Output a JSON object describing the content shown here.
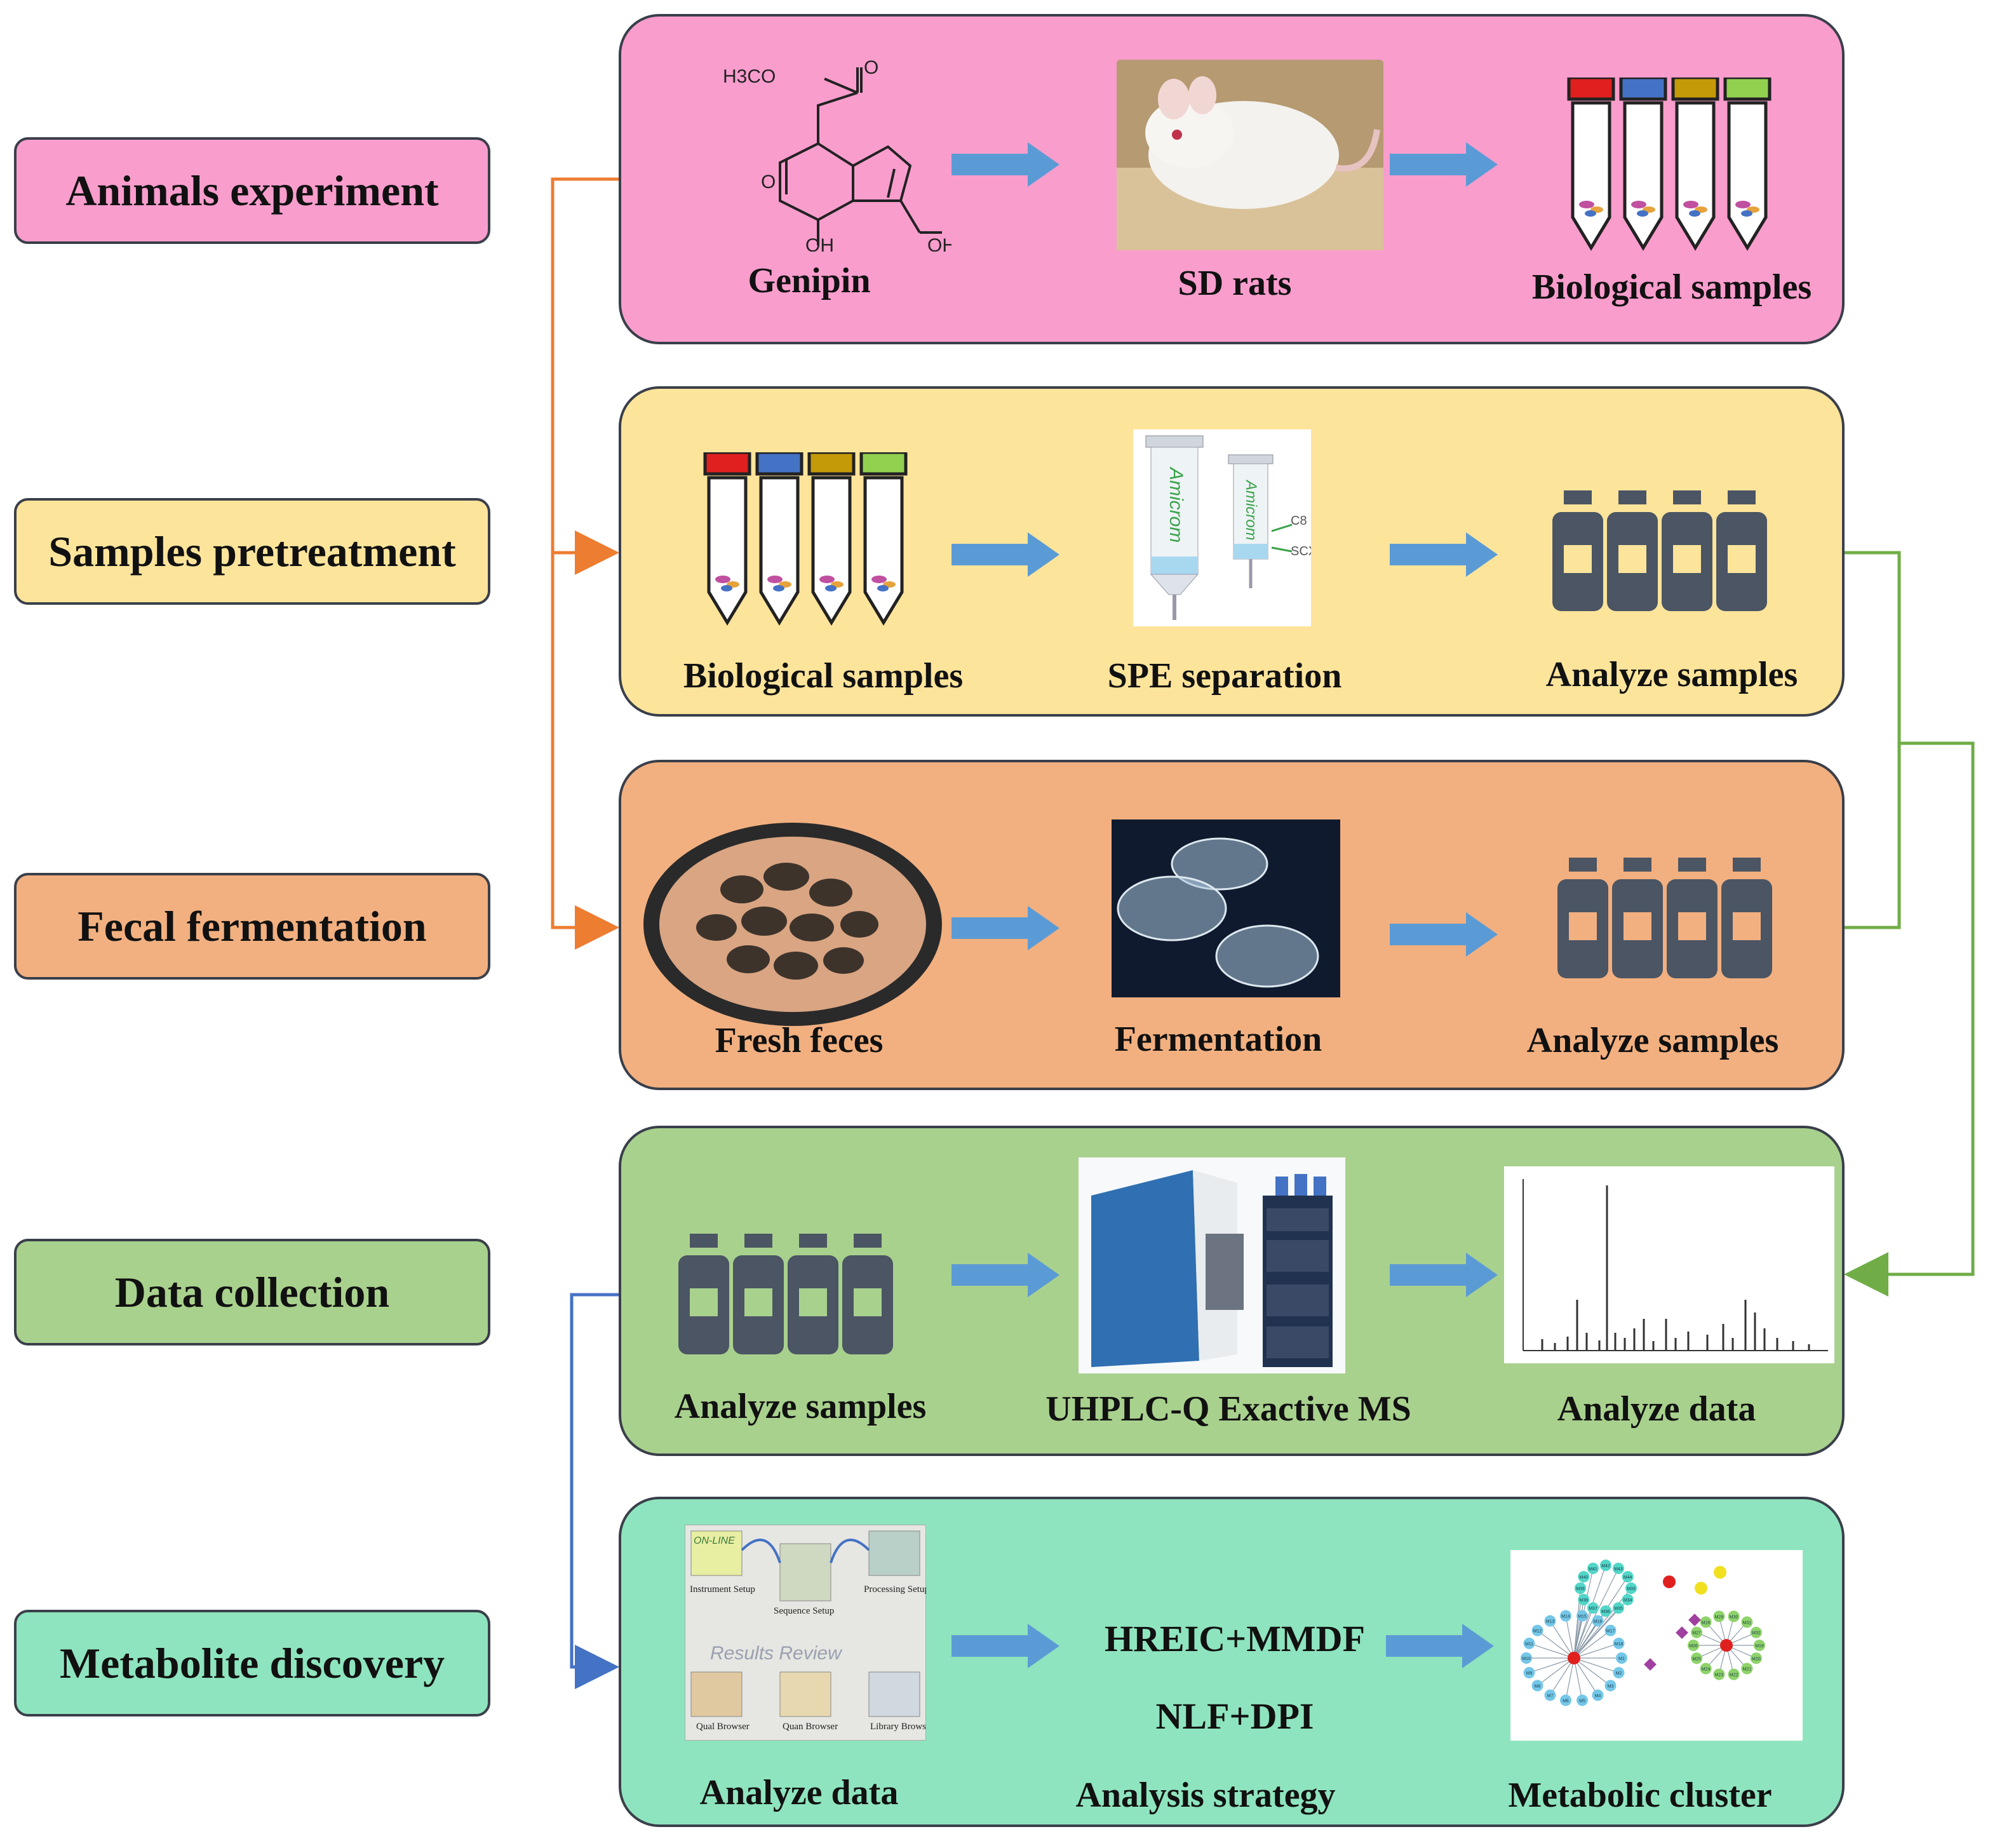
{
  "colors": {
    "animals": "#f99dcd",
    "pretreatment": "#fde49b",
    "fermentation": "#f2b080",
    "collection": "#a9d18e",
    "discovery": "#8ee4be",
    "arrow": "#5b9bd5",
    "orange_line": "#ed7d31",
    "green_line": "#70ad47",
    "blue_line": "#4472c4",
    "vial": "#4b5563"
  },
  "stages": [
    {
      "label": "Animals experiment"
    },
    {
      "label": "Samples pretreatment"
    },
    {
      "label": "Fecal fermentation"
    },
    {
      "label": "Data collection"
    },
    {
      "label": "Metabolite discovery"
    }
  ],
  "panels": {
    "animals": {
      "steps": [
        "Genipin",
        "SD rats",
        "Biological samples"
      ],
      "genipin_labels": {
        "ester": "H3CO",
        "carbonyl": "O",
        "ring_o": "O",
        "oh1": "OH",
        "oh2": "OH"
      }
    },
    "pretreatment": {
      "steps": [
        "Biological samples",
        "SPE separation",
        "Analyze samples"
      ],
      "column_brand": "Amicrom",
      "column_labels": [
        "C8",
        "SCX"
      ]
    },
    "fermentation": {
      "steps": [
        "Fresh feces",
        "Fermentation",
        "Analyze samples"
      ]
    },
    "collection": {
      "steps": [
        "Analyze samples",
        "UHPLC-Q Exactive MS",
        "Analyze data"
      ]
    },
    "discovery": {
      "steps": [
        "Analyze data",
        "Metabolic cluster"
      ],
      "strategy_lines": [
        "HREIC+MMDF",
        "NLF+DPI"
      ],
      "strategy_caption": "Analysis strategy",
      "software_labels": [
        "ON-LINE",
        "Instrument Setup",
        "Sequence Setup",
        "Processing Setup",
        "Results Review",
        "Qual Browser",
        "Quan Browser",
        "Library Browser"
      ],
      "network_nodes": [
        "M1",
        "M2",
        "M3",
        "M4",
        "M5",
        "M6",
        "M7",
        "M8",
        "M9",
        "M10",
        "M11",
        "M12",
        "M13",
        "M14",
        "M15",
        "M16",
        "M17",
        "M18",
        "M19",
        "M20",
        "M21",
        "M22",
        "M23",
        "M24",
        "M25",
        "M26",
        "M27",
        "M28",
        "M29",
        "M30",
        "M31",
        "M32",
        "M33",
        "M34",
        "M35",
        "M36",
        "M37",
        "M38",
        "M39",
        "M40",
        "M41",
        "M42",
        "M43",
        "M44",
        "M45",
        "M46",
        "M47",
        "M48",
        "M49",
        "M50"
      ]
    }
  }
}
